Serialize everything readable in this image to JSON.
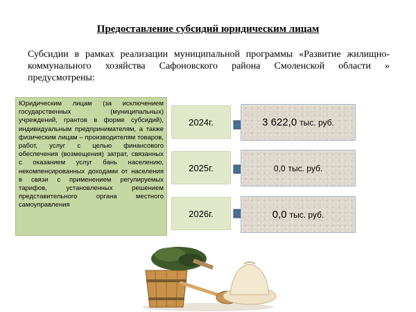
{
  "title": "Предоставление субсидий юридическим лицам",
  "intro": "Субсидии в рамках реализации муниципальной программы «Развитие жилищно-коммунального хозяйства Сафоновского района Смоленской области » предусмотрены:",
  "description": "Юридическим лицам (за исключением государственных (муниципальных) учреждений, грантов в форме субсидий), индивидуальным предпринимателям, а также физическим лицам – производителям товаров, работ, услуг с целью финансового обеспечения (возмещения) затрат, связанных с оказанием услуг бань населению, некомпенсированных доходами от населения в связи с применением регулируемых тарифов, установленных решением представительного органа местного самоуправления",
  "rows": [
    {
      "year": "2024г.",
      "amount": "3 622,0",
      "unit": "тыс. руб."
    },
    {
      "year": "2025г.",
      "amount": "0,0",
      "unit": "тыс. руб."
    },
    {
      "year": "2026г.",
      "amount": "0,0",
      "unit": "тыс. руб."
    }
  ],
  "colors": {
    "desc_bg": "#c5d7a2",
    "year_bg": "#dfe9c9",
    "arrow": "#4a6e91",
    "amount_bg": "#ddd8cb"
  },
  "image": "sauna-accessories-picture"
}
